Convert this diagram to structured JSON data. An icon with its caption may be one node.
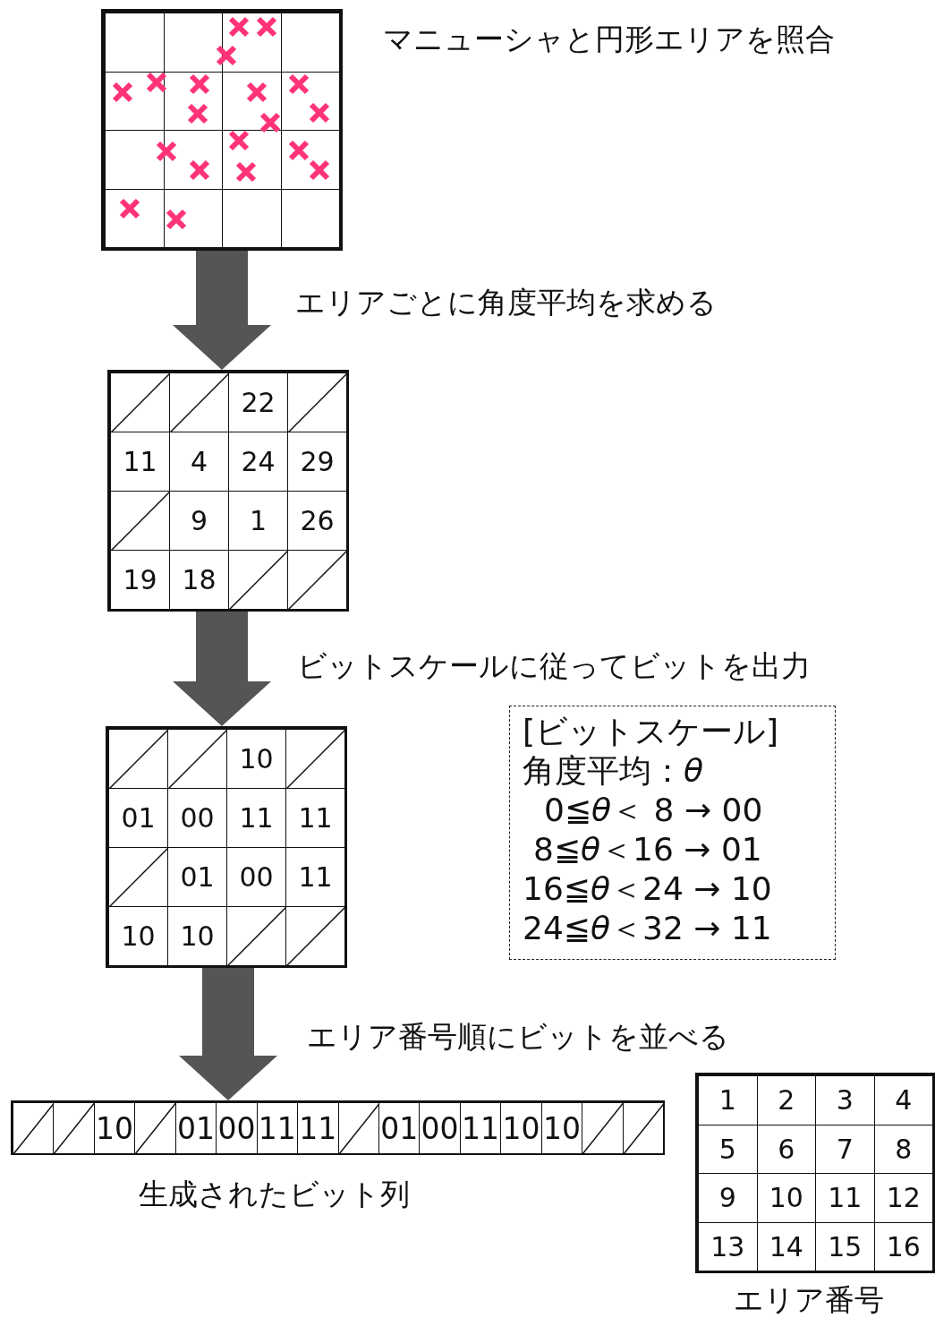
{
  "diagram": {
    "nodes": [
      {
        "text": [],
        "shape": "box",
        "beside": [
          "マニューシャと円形エリアを照合"
        ]
      },
      {
        "text": [
          "22",
          "11",
          "4",
          "24",
          "29",
          "9",
          "1",
          "26",
          "19",
          "18"
        ]
      },
      {
        "text": [
          "10",
          "01",
          "00",
          "11",
          "11",
          "01",
          "00",
          "11",
          "10",
          "10"
        ]
      },
      {
        "text": [
          "10",
          "01",
          "00",
          "11",
          "11",
          "01",
          "00",
          "11",
          "10",
          "10"
        ],
        "beside": [
          "生成されたビット列"
        ]
      },
      {
        "text": [
          "[ビットスケール]",
          "角度平均：*θ*",
          "0≦*θ*＜ 8 → 00",
          "8≦*θ*＜16 → 01",
          "16≦*θ*＜24 → 10",
          "24≦*θ*＜32 → 11"
        ]
      },
      {
        "text": [
          "1",
          "2",
          "3",
          "4",
          "5",
          "6",
          "7",
          "8",
          "9",
          "10",
          "11",
          "12",
          "13",
          "14",
          "15",
          "16"
        ],
        "beside": [
          "エリア番号"
        ]
      }
    ],
    "edges": [
      {
        "from": 0,
        "to": 1,
        "arrow": "to",
        "label": "エリアごとに角度平均を求める"
      },
      {
        "from": 1,
        "to": 2,
        "arrow": "to",
        "label": "ビットスケールに従ってビットを出力"
      },
      {
        "from": 2,
        "to": 3,
        "arrow": "to",
        "label": "エリア番号順にビットを並べる"
      }
    ]
  }
}
